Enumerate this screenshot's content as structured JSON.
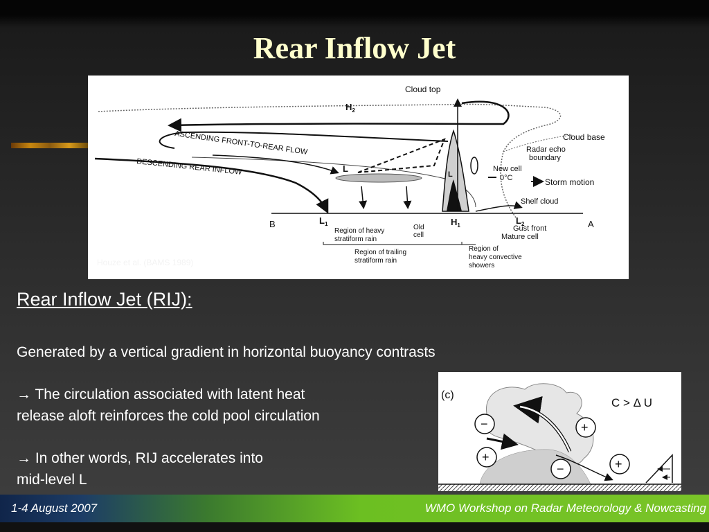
{
  "slide": {
    "title": "Rear Inflow Jet",
    "credit": "Houze et al. (BAMS 1989)",
    "heading": "Rear Inflow Jet (RIJ):",
    "paragraph1": "Generated by a vertical gradient in horizontal buoyancy contrasts",
    "paragraph2_line1": "→ The circulation associated with latent heat",
    "paragraph2_line2": "release aloft reinforces the cold pool circulation",
    "paragraph3_line1": "→  In other words, RIJ accelerates into",
    "paragraph3_line2": "mid-level L"
  },
  "diagram_main": {
    "labels": {
      "cloud_top": "Cloud top",
      "cloud_base": "Cloud base",
      "radar_echo_1": "Radar echo",
      "radar_echo_2": "boundary",
      "new_cell": "New cell",
      "zero_c": "0°C",
      "storm_motion": "Storm motion",
      "shelf_cloud": "Shelf cloud",
      "gust_front": "Gust front",
      "mature_cell": "Mature cell",
      "ascending_flow": "ASCENDING  FRONT-TO-REAR  FLOW",
      "descending_flow": "DESCENDING  REAR  INFLOW",
      "b": "B",
      "a": "A",
      "h2": "H",
      "h2_sub": "2",
      "h1": "H",
      "h1_sub": "1",
      "l_mid": "L",
      "l_cell": "L",
      "l1": "L",
      "l1_sub": "1",
      "l2": "L",
      "l2_sub": "2",
      "heavy_strat_1": "Region of heavy",
      "heavy_strat_2": "stratiform rain",
      "old_cell_1": "Old",
      "old_cell_2": "cell",
      "trailing_1": "Region of trailing",
      "trailing_2": "stratiform rain",
      "convective_1": "Region of",
      "convective_2": "heavy convective",
      "convective_3": "showers"
    }
  },
  "diagram_small": {
    "panel_label": "(c)",
    "condition": "C > Δ U",
    "plus": "+",
    "minus": "−"
  },
  "footer": {
    "left": "1-4 August 2007",
    "right": "WMO Workshop on Radar Meteorology & Nowcasting"
  },
  "colors": {
    "title": "#ffffcc",
    "text": "#ffffff",
    "footer_green": "#6cbf22",
    "footer_blue": "#10254a"
  }
}
